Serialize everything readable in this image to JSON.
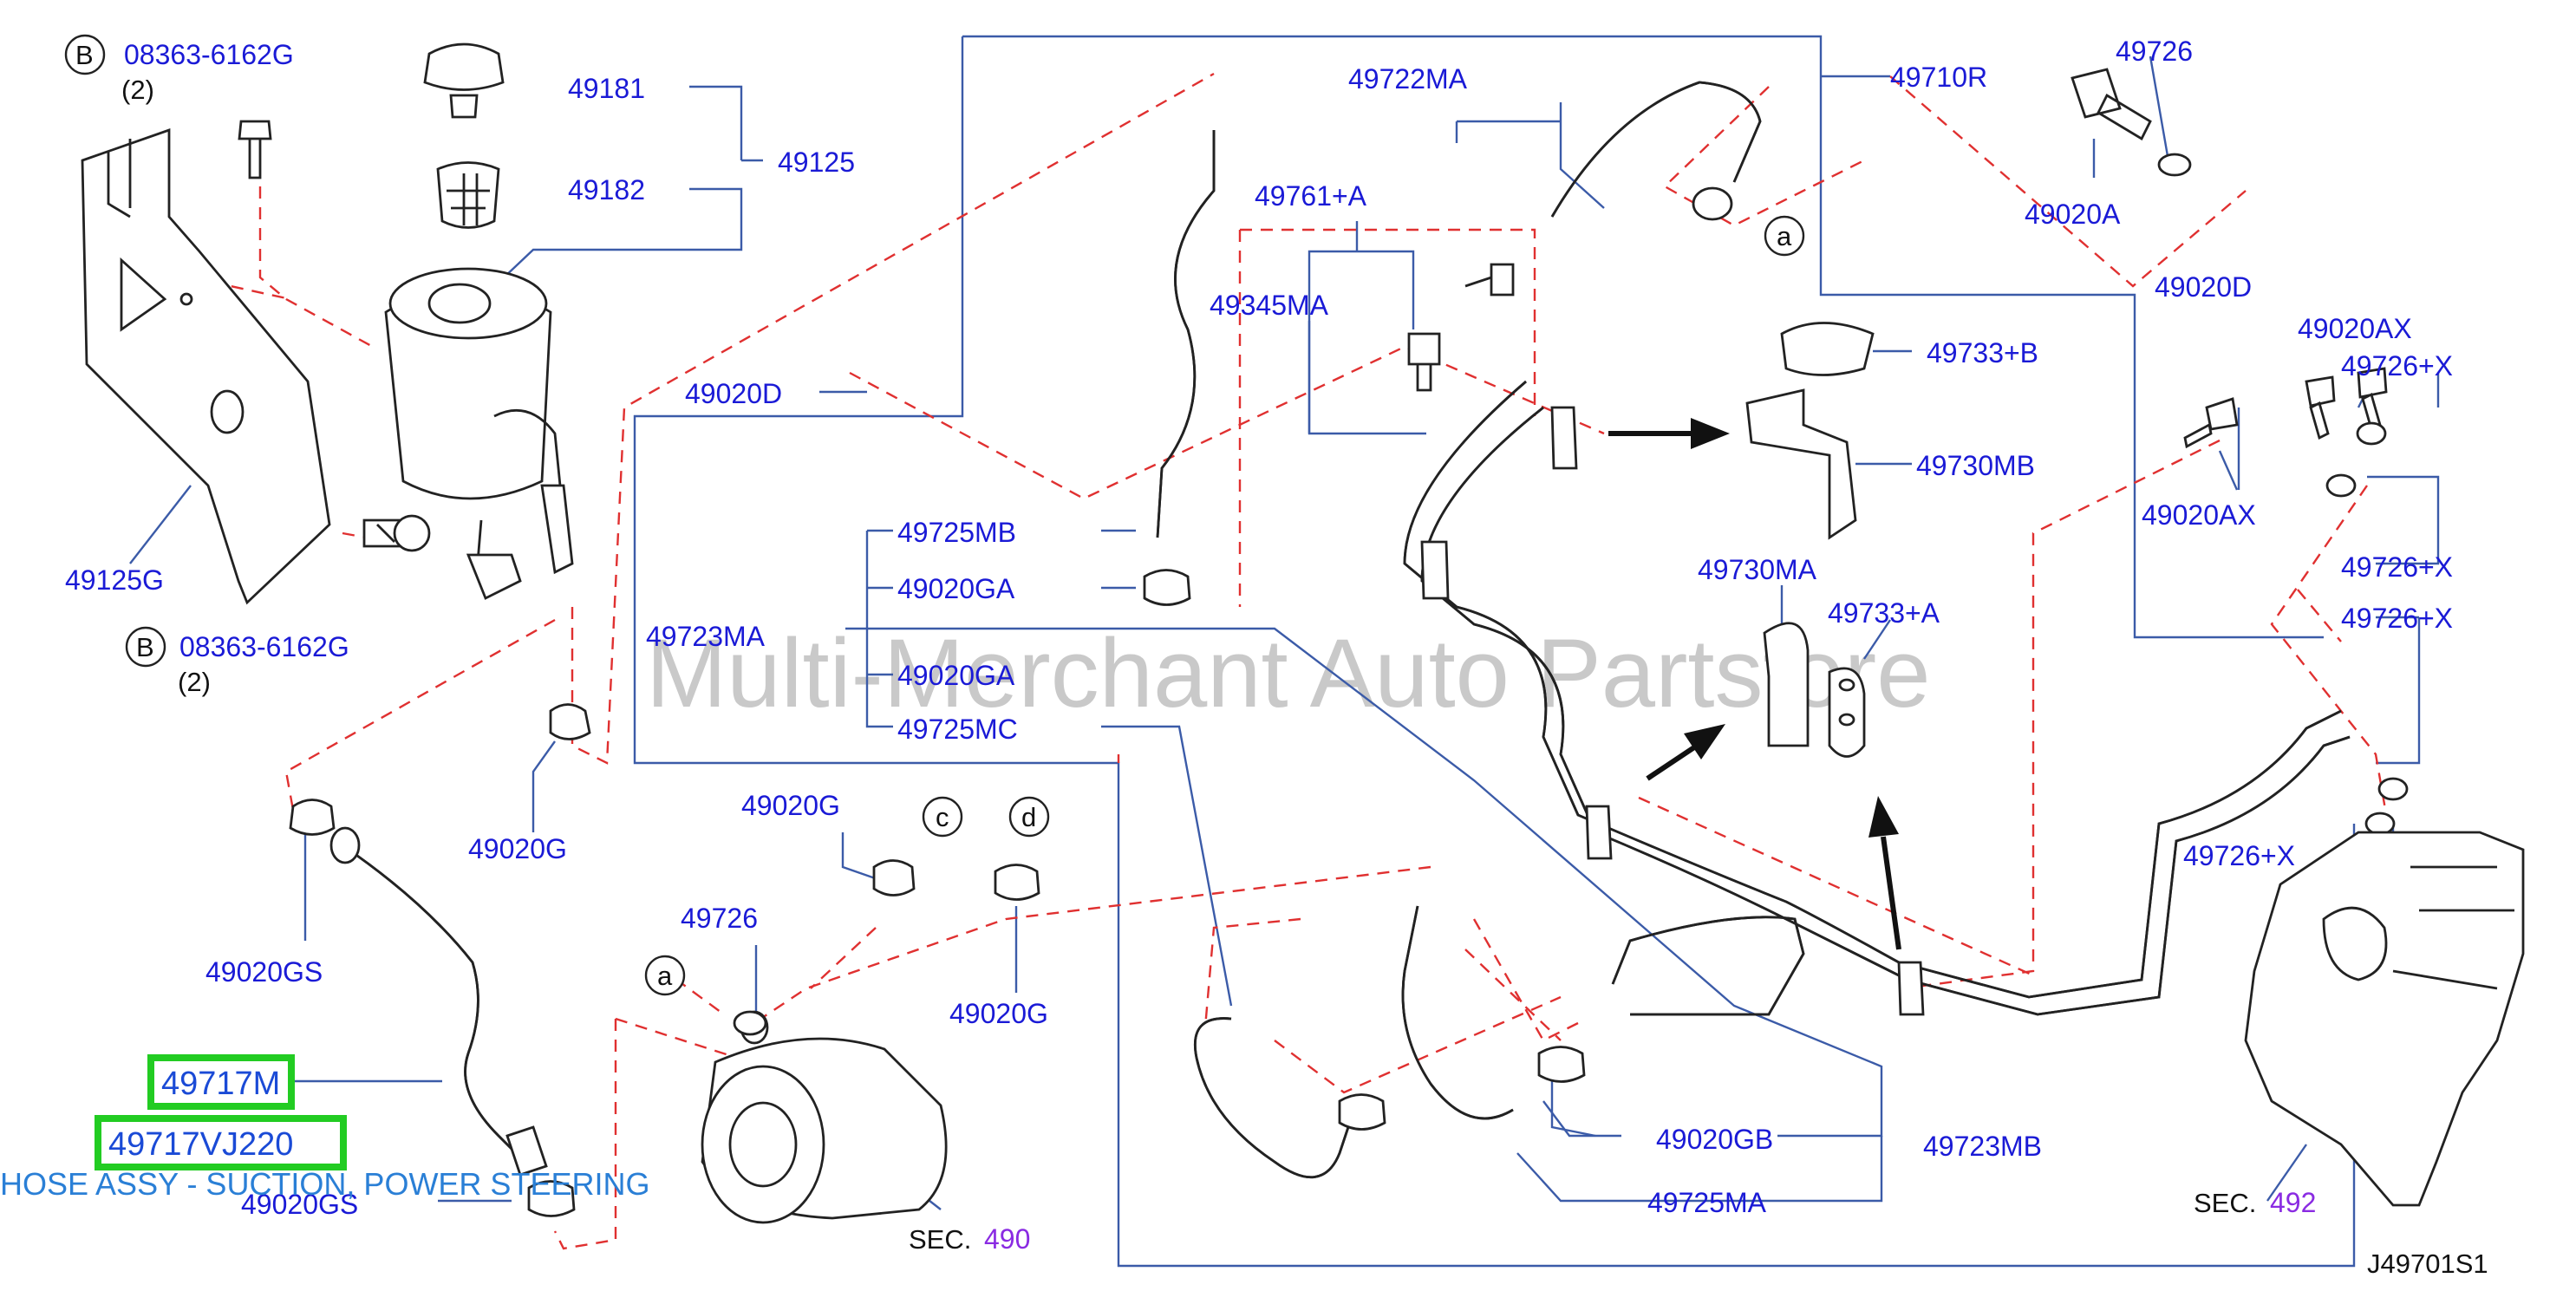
{
  "labels": {
    "bolt_top_code": "08363-6162G",
    "bolt_top_qty": "(2)",
    "bolt_bottom_code": "08363-6162G",
    "bolt_bottom_qty": "(2)",
    "callout_b": "B",
    "p49181": "49181",
    "p49182": "49182",
    "p49125": "49125",
    "p49125G": "49125G",
    "p49020D_left": "49020D",
    "p49020G_left": "49020G",
    "p49020GS_upper": "49020GS",
    "p49020GS_lower": "49020GS",
    "p49722MA": "49722MA",
    "p49710R": "49710R",
    "p49761A": "49761+A",
    "p49345MA": "49345MA",
    "p49725MB": "49725MB",
    "p49020GA_1": "49020GA",
    "p49723MA": "49723MA",
    "p49020GA_2": "49020GA",
    "p49725MC": "49725MC",
    "p49020G_mid": "49020G",
    "p49726_mid": "49726",
    "p49020G_c": "49020G",
    "callout_a": "a",
    "callout_c": "c",
    "callout_d": "d",
    "p49020GB": "49020GB",
    "p49723MB": "49723MB",
    "p49725MA": "49725MA",
    "p49726_top": "49726",
    "p49020A": "49020A",
    "p49733B": "49733+B",
    "p49730MB": "49730MB",
    "p49730MA": "49730MA",
    "p49733A": "49733+A",
    "p49020D_right": "49020D",
    "p49020AX_1": "49020AX",
    "p49726X_1": "49726+X",
    "p49020AX_2": "49020AX",
    "p49726X_2": "49726+X",
    "p49726X_3": "49726+X",
    "p49726X_4": "49726+X",
    "sec490": "SEC.",
    "sec490_num": "490",
    "sec492": "SEC.",
    "sec492_num": "492",
    "diagram_code": "J49701S1"
  },
  "highlight": {
    "part_primary": "49717M",
    "part_alt": "49717VJ220",
    "description": "HOSE ASSY - SUCTION, POWER STEERING"
  },
  "watermark": "Multi-Merchant Auto Partstore",
  "colors": {
    "part_number": "#1a1ad6",
    "leader": "#3b5ba8",
    "dashed": "#e03030",
    "highlight_border": "#22cc22",
    "section_ref": "#8a2be2"
  }
}
